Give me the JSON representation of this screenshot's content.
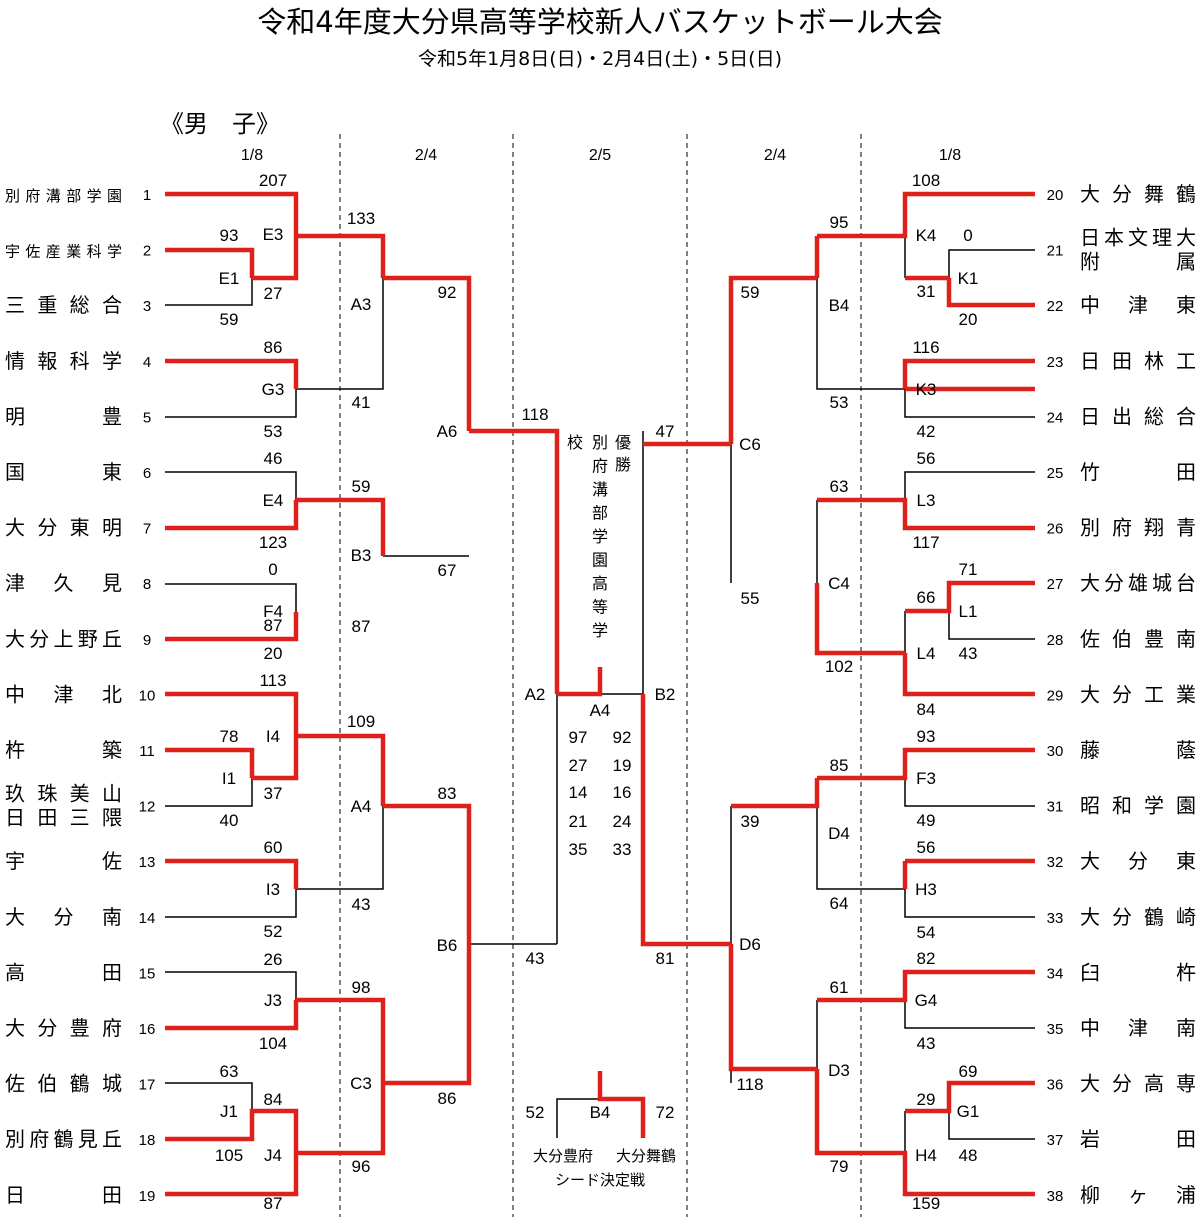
{
  "header": {
    "title": "令和4年度大分県高等学校新人バスケットボール大会",
    "subtitle": "令和5年1月8日(日)・2月4日(土)・5日(日)",
    "division": "《男　子》"
  },
  "dates": {
    "r1_left": "1/8",
    "r2_left": "2/4",
    "final": "2/5",
    "r2_right": "2/4",
    "r1_right": "1/8"
  },
  "teams_left": [
    {
      "seed": "1",
      "name": "別府溝部学園"
    },
    {
      "seed": "2",
      "name": "宇佐産業科学"
    },
    {
      "seed": "3",
      "name": "三重総合"
    },
    {
      "seed": "4",
      "name": "情報科学"
    },
    {
      "seed": "5",
      "name": "明豊"
    },
    {
      "seed": "6",
      "name": "国東"
    },
    {
      "seed": "7",
      "name": "大分東明"
    },
    {
      "seed": "8",
      "name": "津久見"
    },
    {
      "seed": "9",
      "name": "大分上野丘"
    },
    {
      "seed": "10",
      "name": "中津北"
    },
    {
      "seed": "11",
      "name": "杵築"
    },
    {
      "seed": "12",
      "name": "玖珠美山 日田三隈"
    },
    {
      "seed": "13",
      "name": "宇佐"
    },
    {
      "seed": "14",
      "name": "大分南"
    },
    {
      "seed": "15",
      "name": "高田"
    },
    {
      "seed": "16",
      "name": "大分豊府"
    },
    {
      "seed": "17",
      "name": "佐伯鶴城"
    },
    {
      "seed": "18",
      "name": "別府鶴見丘"
    },
    {
      "seed": "19",
      "name": "日田"
    }
  ],
  "teams_right": [
    {
      "seed": "20",
      "name": "大分舞鶴"
    },
    {
      "seed": "21",
      "name": "日本文理大附属"
    },
    {
      "seed": "22",
      "name": "中津東"
    },
    {
      "seed": "23",
      "name": "日田林工"
    },
    {
      "seed": "24",
      "name": "日出総合"
    },
    {
      "seed": "25",
      "name": "竹田"
    },
    {
      "seed": "26",
      "name": "別府翔青"
    },
    {
      "seed": "27",
      "name": "大分雄城台"
    },
    {
      "seed": "28",
      "name": "佐伯豊南"
    },
    {
      "seed": "29",
      "name": "大分工業"
    },
    {
      "seed": "30",
      "name": "藤蔭"
    },
    {
      "seed": "31",
      "name": "昭和学園"
    },
    {
      "seed": "32",
      "name": "大分東"
    },
    {
      "seed": "33",
      "name": "大分鶴崎"
    },
    {
      "seed": "34",
      "name": "臼杵"
    },
    {
      "seed": "35",
      "name": "中津南"
    },
    {
      "seed": "36",
      "name": "大分高専"
    },
    {
      "seed": "37",
      "name": "岩田"
    },
    {
      "seed": "38",
      "name": "柳ヶ浦"
    }
  ],
  "match_codes": [
    "E3",
    "E1",
    "A3",
    "G3",
    "A6",
    "E4",
    "B3",
    "F4",
    "I4",
    "I1",
    "A4",
    "I3",
    "B6",
    "J3",
    "C3",
    "J1",
    "J4",
    "A2",
    "A4",
    "B2",
    "C6",
    "B4",
    "K4",
    "K1",
    "K3",
    "L3",
    "C4",
    "L1",
    "L4",
    "D4",
    "F3",
    "H3",
    "D6",
    "G4",
    "D3",
    "G1",
    "H4",
    "B4"
  ],
  "scores": [
    "207",
    "93",
    "27",
    "59",
    "86",
    "53",
    "46",
    "123",
    "0",
    "87",
    "20",
    "113",
    "78",
    "37",
    "40",
    "60",
    "52",
    "26",
    "104",
    "63",
    "84",
    "105",
    "87",
    "133",
    "41",
    "59",
    "67",
    "87",
    "109",
    "43",
    "98",
    "96",
    "92",
    "83",
    "86",
    "118",
    "43",
    "97",
    "27",
    "14",
    "21",
    "35",
    "92",
    "19",
    "16",
    "24",
    "33",
    "47",
    "81",
    "59",
    "55",
    "39",
    "118",
    "95",
    "53",
    "63",
    "102",
    "85",
    "64",
    "61",
    "79",
    "108",
    "0",
    "31",
    "20",
    "116",
    "42",
    "56",
    "117",
    "71",
    "66",
    "43",
    "84",
    "93",
    "49",
    "56",
    "54",
    "82",
    "43",
    "69",
    "29",
    "48",
    "159"
  ],
  "champion": {
    "label": "優勝",
    "school": "別府溝部学園高等学校"
  },
  "seed_match": {
    "left_score": "52",
    "code": "B4",
    "right_score": "72",
    "left_team": "大分豊府",
    "right_team": "大分舞鶴",
    "caption": "シード決定戦"
  },
  "colors": {
    "winner_line": "#e0201b",
    "loser_line": "#000000"
  }
}
